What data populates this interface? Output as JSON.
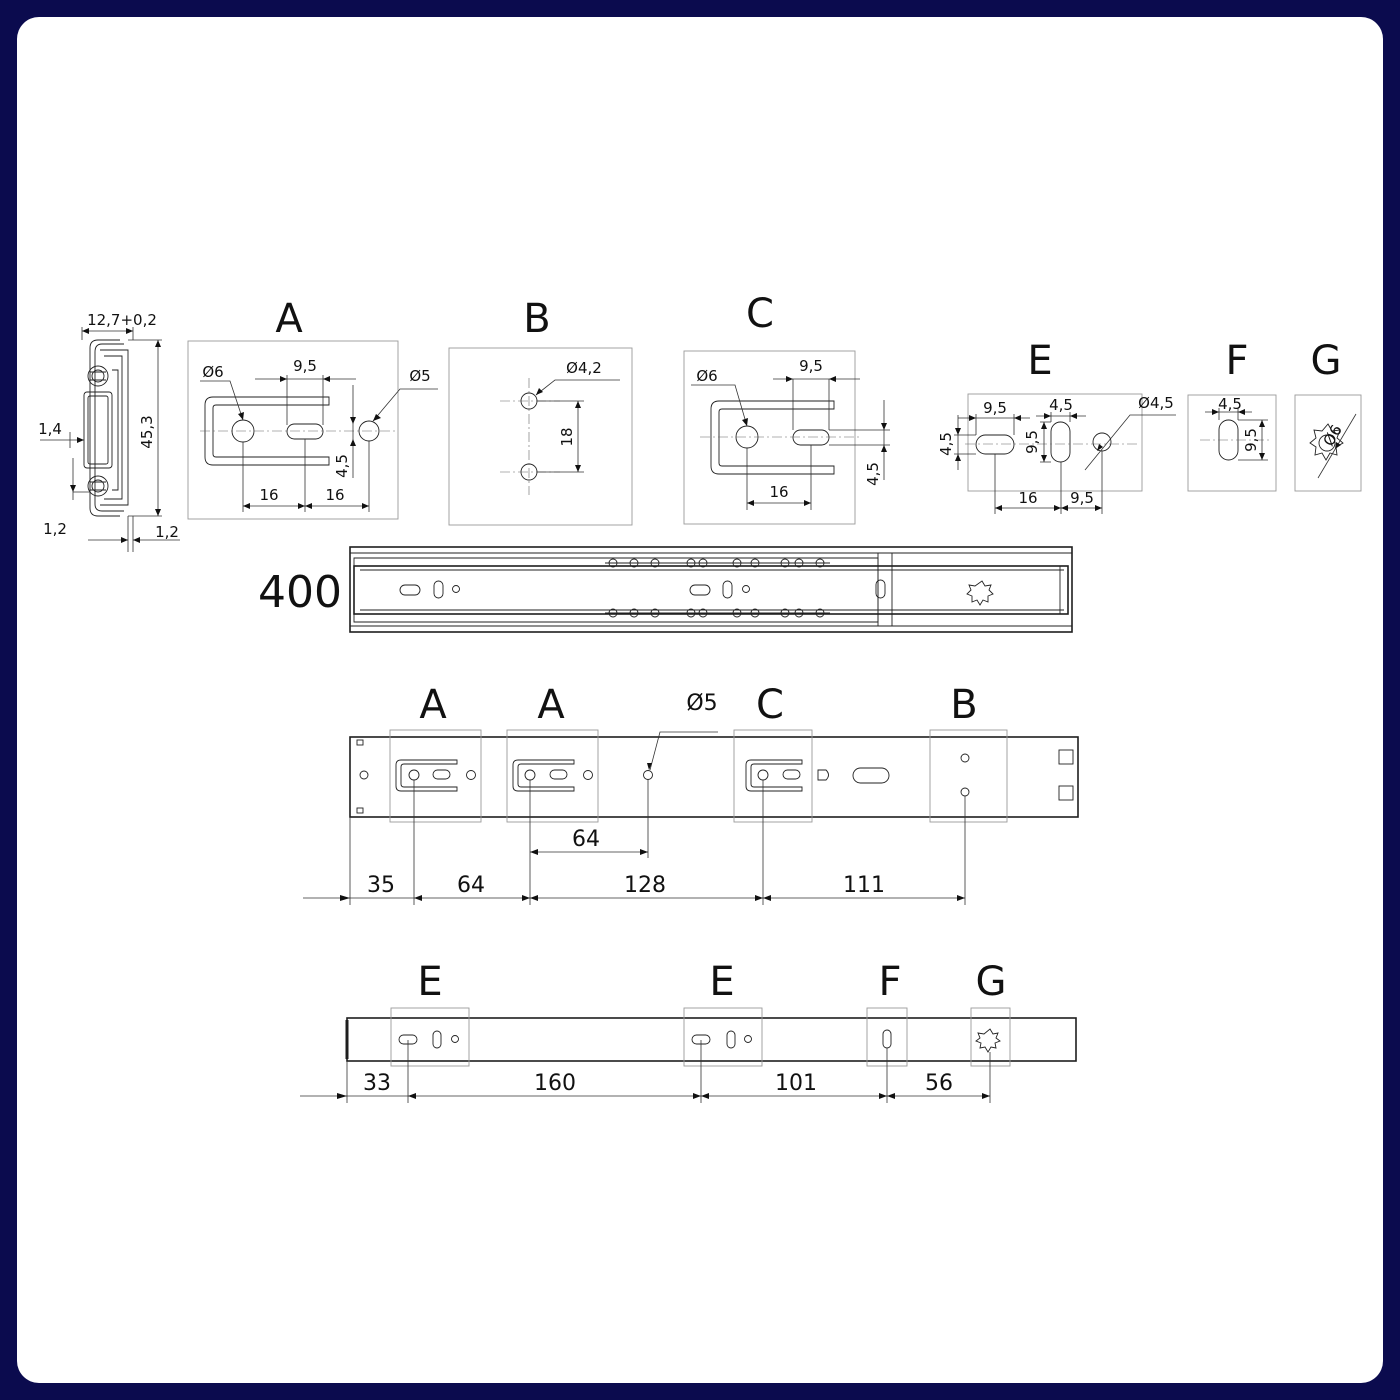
{
  "profile_dims": {
    "width": "12,7+0,2",
    "height": "45,3",
    "gap": "1,4",
    "left_offset": "1,2",
    "right_offset": "1,2"
  },
  "details": [
    {
      "letter": "A",
      "dims": [
        "Ø6",
        "9,5",
        "Ø5",
        "4,5",
        "16",
        "16"
      ]
    },
    {
      "letter": "B",
      "dims": [
        "Ø4,2",
        "18"
      ]
    },
    {
      "letter": "C",
      "dims": [
        "Ø6",
        "9,5",
        "4,5",
        "16"
      ]
    },
    {
      "letter": "E",
      "dims": [
        "9,5",
        "4,5",
        "Ø4,5",
        "4,5",
        "9,5",
        "16",
        "9,5"
      ]
    },
    {
      "letter": "F",
      "dims": [
        "4,5",
        "9,5"
      ]
    },
    {
      "letter": "G",
      "dims": [
        "Ø6"
      ]
    }
  ],
  "slide_length": "400",
  "cabinet_rail": {
    "labels": [
      "A",
      "A",
      "C",
      "B"
    ],
    "hole_dim": "Ø5",
    "offset_dim": "64",
    "chain": [
      "35",
      "64",
      "128",
      "111"
    ]
  },
  "drawer_rail": {
    "labels": [
      "E",
      "E",
      "F",
      "G"
    ],
    "chain": [
      "33",
      "160",
      "101",
      "56"
    ]
  }
}
